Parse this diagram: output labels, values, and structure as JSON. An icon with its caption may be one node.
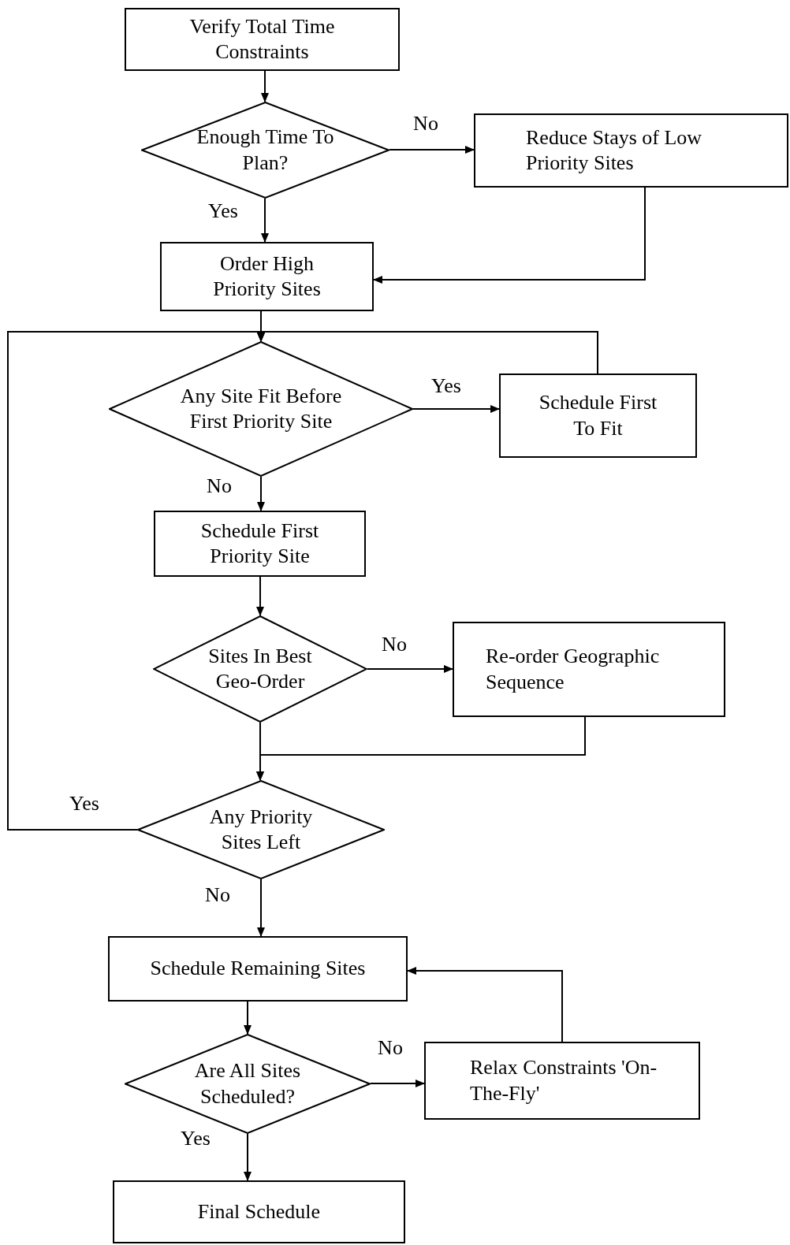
{
  "diagram": {
    "nodes": [
      {
        "text": [
          "Verify Total Time Constraints"
        ]
      },
      {
        "text": [
          "Enough Time To Plan?"
        ]
      },
      {
        "text": [
          "Reduce Stays of Low Priority Sites"
        ]
      },
      {
        "text": [
          "Order High Priority Sites"
        ]
      },
      {
        "text": [
          "Any Site Fit Before First Priority Site"
        ]
      },
      {
        "text": [
          "Schedule First To Fit"
        ]
      },
      {
        "text": [
          "Schedule First Priority Site"
        ]
      },
      {
        "text": [
          "Sites In Best Geo-Order"
        ]
      },
      {
        "text": [
          "Re-order Geographic Sequence"
        ]
      },
      {
        "text": [
          "Any Priority Sites Left"
        ]
      },
      {
        "text": [
          "Schedule Remaining Sites"
        ]
      },
      {
        "text": [
          "Are All Sites Scheduled?"
        ]
      },
      {
        "text": [
          "Relax Constraints 'On-The-Fly'"
        ]
      },
      {
        "text": [
          "Final Schedule"
        ]
      }
    ],
    "edges": [
      {
        "from": 0,
        "to": 1,
        "arrow": "to"
      },
      {
        "from": 1,
        "to": 2,
        "arrow": "to",
        "label": "No"
      },
      {
        "from": 1,
        "to": 3,
        "arrow": "to",
        "label": "Yes"
      },
      {
        "from": 2,
        "to": 3,
        "arrow": "to"
      },
      {
        "from": 3,
        "to": 4,
        "arrow": "to"
      },
      {
        "from": 5,
        "to": 4,
        "arrow": "to"
      },
      {
        "from": 9,
        "to": 4,
        "arrow": "to",
        "label": "Yes"
      },
      {
        "from": 4,
        "to": 5,
        "arrow": "to",
        "label": "Yes"
      },
      {
        "from": 4,
        "to": 6,
        "arrow": "to",
        "label": "No"
      },
      {
        "from": 6,
        "to": 7,
        "arrow": "to"
      },
      {
        "from": 7,
        "to": 8,
        "arrow": "to",
        "label": "No"
      },
      {
        "from": 7,
        "to": 9,
        "arrow": "to"
      },
      {
        "from": 8,
        "to": 9,
        "arrow": "to"
      },
      {
        "from": 9,
        "to": 10,
        "arrow": "to",
        "label": "No"
      },
      {
        "from": 10,
        "to": 11,
        "arrow": "to"
      },
      {
        "from": 11,
        "to": 12,
        "arrow": "to",
        "label": "No"
      },
      {
        "from": 12,
        "to": 10,
        "arrow": "to"
      },
      {
        "from": 11,
        "to": 13,
        "arrow": "to",
        "label": "Yes"
      }
    ]
  }
}
